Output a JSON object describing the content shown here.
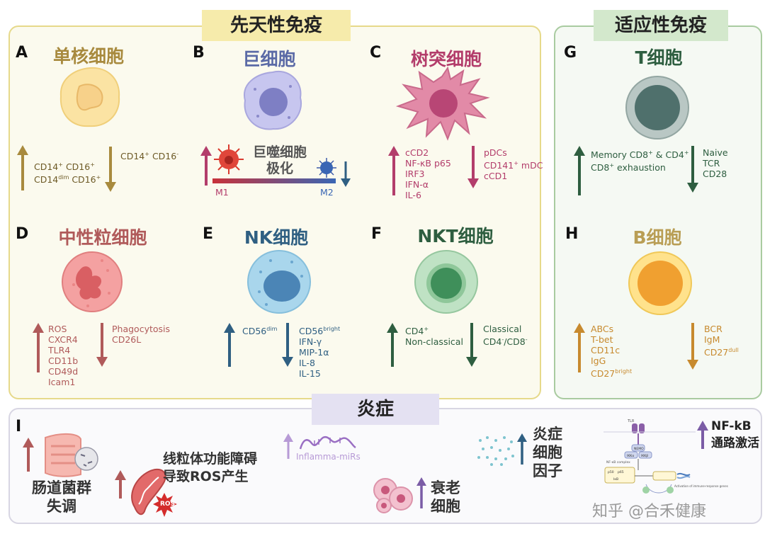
{
  "headers": {
    "innate": "先天性免疫",
    "adaptive": "适应性免疫",
    "inflammation": "炎症"
  },
  "colors": {
    "monocyte": "#a88a3e",
    "macrophage": "#5b6aa6",
    "dendritic": "#b33d6b",
    "neutrophil": "#b05a5a",
    "nk": "#2f5f82",
    "nkt": "#2e5e40",
    "tcell": "#2e5e40",
    "bcell": "#c78a2e"
  },
  "cells": {
    "A": {
      "letter": "A",
      "name": "单核细胞",
      "up": [
        "CD14",
        "+",
        " CD16",
        "+",
        "CD14",
        "dim",
        " CD16",
        "+"
      ],
      "down": [
        "CD14",
        "+",
        " CD16",
        "-"
      ]
    },
    "B": {
      "letter": "B",
      "name": "巨细胞",
      "polarization": "巨噬细胞\n极化",
      "m1": "M1",
      "m2": "M2"
    },
    "C": {
      "letter": "C",
      "name": "树突细胞",
      "up": [
        "cCD2",
        "NF-κB p65",
        "IRF3",
        "IFN-α",
        "IL-6"
      ],
      "down": [
        "pDCs",
        "CD141",
        "+",
        " mDC",
        "cCD1"
      ]
    },
    "D": {
      "letter": "D",
      "name": "中性粒细胞",
      "up": [
        "ROS",
        "CXCR4",
        "TLR4",
        "CD11b",
        "CD49d",
        "Icam1"
      ],
      "down": [
        "Phagocytosis",
        "CD26L"
      ]
    },
    "E": {
      "letter": "E",
      "name": "NK细胞",
      "up": [
        "CD56",
        "dim"
      ],
      "down": [
        "CD56",
        "bright",
        "IFN-γ",
        "MIP-1α",
        "IL-8",
        "IL-15"
      ]
    },
    "F": {
      "letter": "F",
      "name": "NKT细胞",
      "up": [
        "CD4",
        "+",
        "Non-classical"
      ],
      "down": [
        "Classical",
        "CD4",
        "-",
        "/CD8",
        "-"
      ]
    },
    "G": {
      "letter": "G",
      "name": "T细胞",
      "up": [
        "Memory CD8",
        "+",
        " & CD4",
        "+",
        "CD8",
        "+",
        " exhaustion"
      ],
      "down": [
        "Naive",
        "TCR",
        "CD28"
      ]
    },
    "H": {
      "letter": "H",
      "name": "B细胞",
      "up": [
        "ABCs",
        "T-bet",
        "CD11c",
        "IgG",
        "CD27",
        "bright"
      ],
      "down": [
        "BCR",
        "IgM",
        "CD27",
        "dull"
      ]
    }
  },
  "inflammation": {
    "letter": "I",
    "gut": "肠道菌群\n失调",
    "mito": "线粒体功能障碍\n导致ROS产生",
    "ros": "ROS",
    "mirs": "Inflamma-miRs",
    "cytokines": "炎症\n细胞\n因子",
    "senescent": "衰老\n细胞",
    "nfkb": "NF-kB\n通路激活",
    "diagram_labels": [
      "TLR",
      "NEMO",
      "IKKα",
      "IKKβ",
      "NF-κB complex",
      "IκB",
      "p50",
      "p65",
      "Activation of immune-response genes"
    ]
  },
  "watermark": "知乎 @合禾健康"
}
